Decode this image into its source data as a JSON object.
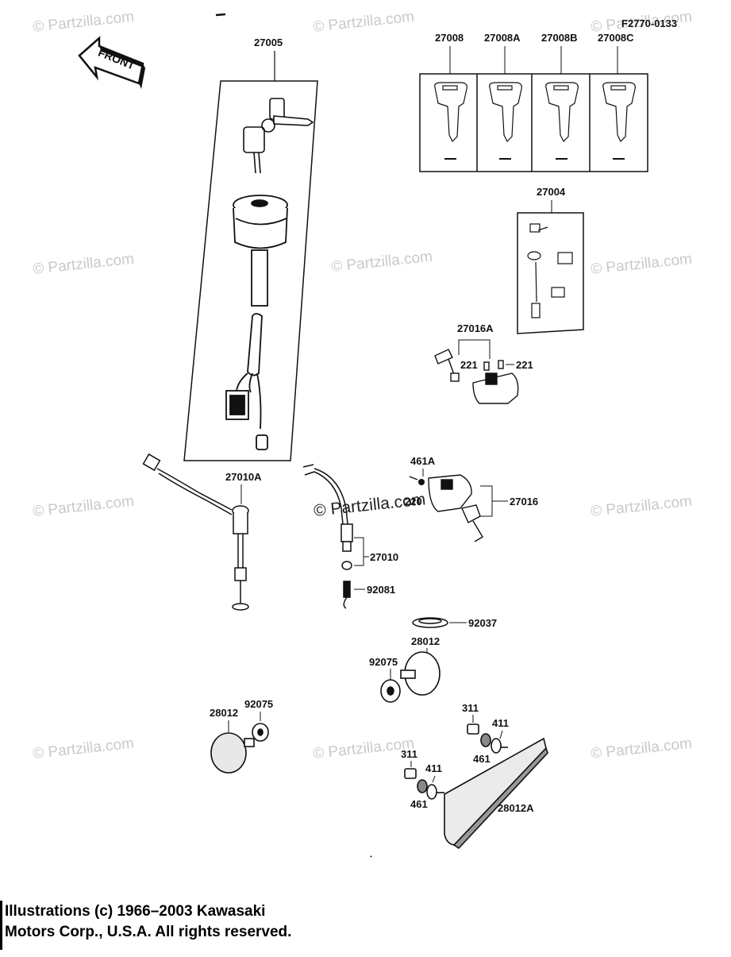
{
  "figure_code": "F2770-0133",
  "front_arrow_label": "FRONT",
  "watermark_text": "© Partzilla.com",
  "copyright_line_1": "Illustrations (c) 1966–2003 Kawasaki",
  "copyright_line_2": "Motors Corp., U.S.A.  All rights reserved.",
  "callouts": {
    "ignition_switch_assy": "27005",
    "key_blank_1": "27008",
    "key_blank_2": "27008A",
    "key_blank_3": "27008B",
    "key_blank_4": "27008C",
    "lock_set": "27004",
    "lock_assy_a": "27016A",
    "screw_221_left": "221",
    "screw_221_right": "221",
    "cable_switch_a": "27010A",
    "washer_461a": "461A",
    "screw_220": "220",
    "lock_assy": "27016",
    "cable_switch": "27010",
    "spring": "92081",
    "clamp": "92037",
    "reflector_right_top": "28012",
    "washer_right": "92075",
    "reflector_left": "28012",
    "washer_left": "92075",
    "nut_top": "311",
    "washer_top_411": "411",
    "washer_top_461": "461",
    "nut_bottom": "311",
    "washer_bottom_411": "411",
    "washer_bottom_461": "461",
    "reflector_rect": "28012A"
  },
  "colors": {
    "ink": "#111111",
    "watermark": "#c9c9c9",
    "paper": "#ffffff"
  }
}
